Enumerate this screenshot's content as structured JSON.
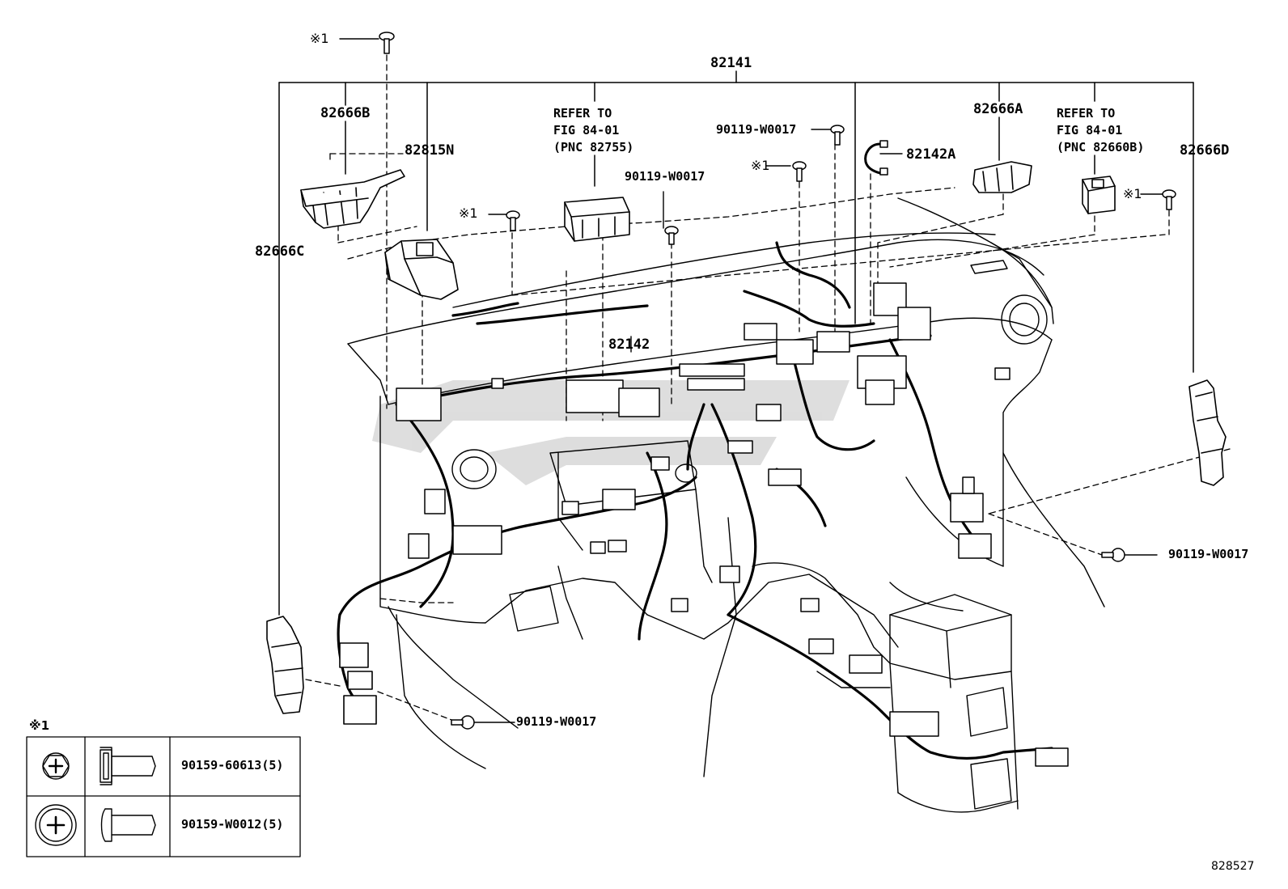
{
  "diagram_id": "828527",
  "labels": {
    "main_harness": "82141",
    "bracket_b": "82666B",
    "bracket_c": "82666C",
    "bracket_a": "82666A",
    "bracket_d": "82666D",
    "relay_block": "82815N",
    "sub_harness": "82142",
    "sub_harness_a": "82142A",
    "bolt_top": "90119-W0017",
    "bolt_mid": "90119-W0017",
    "bolt_right": "90119-W0017",
    "bolt_bottom": "90119-W0017"
  },
  "refer_left": {
    "line1": "REFER TO",
    "line2": "FIG 84-01",
    "line3": "(PNC 82755)"
  },
  "refer_right": {
    "line1": "REFER TO",
    "line2": "FIG 84-01",
    "line3": "(PNC 82660B)"
  },
  "note_mark": "※1",
  "legend": {
    "title": "※1",
    "rows": [
      {
        "part": "90159-60613(5)",
        "head_icon": "hex-flange-bolt-icon"
      },
      {
        "part": "90159-W0012(5)",
        "head_icon": "round-head-screw-icon"
      }
    ]
  }
}
